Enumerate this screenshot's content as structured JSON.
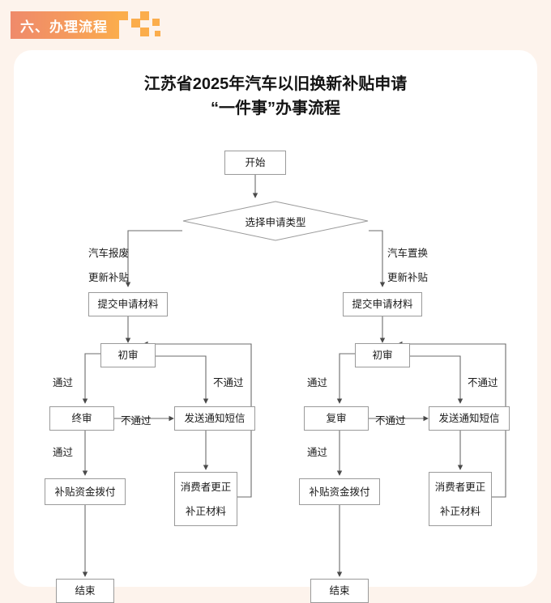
{
  "section": {
    "badge_label": "六、办理流程",
    "badge_gradient_from": "#ef8a6b",
    "badge_gradient_to": "#fbad4c",
    "deco_color": "#fbad4c"
  },
  "page": {
    "background": "#fdf3ec",
    "card_background": "#ffffff"
  },
  "title": {
    "line1": "江苏省2025年汽车以旧换新补贴申请",
    "line2": "“一件事”办事流程"
  },
  "flow": {
    "start": "开始",
    "decision": "选择申请类型",
    "left_branch": {
      "label_line1": "汽车报废",
      "label_line2": "更新补贴",
      "submit": "提交申请材料",
      "first_review": "初审",
      "second_review": "终审",
      "pass_1": "通过",
      "pass_2": "通过",
      "fail_1": "不通过",
      "fail_2": "不通过",
      "sms": "发送通知短信",
      "disburse": "补贴资金拨付",
      "correct_line1": "消费者更正",
      "correct_line2": "补正材料",
      "end": "结束"
    },
    "right_branch": {
      "label_line1": "汽车置换",
      "label_line2": "更新补贴",
      "submit": "提交申请材料",
      "first_review": "初审",
      "second_review": "复审",
      "pass_1": "通过",
      "pass_2": "通过",
      "fail_1": "不通过",
      "fail_2": "不通过",
      "sms": "发送通知短信",
      "disburse": "补贴资金拨付",
      "correct_line1": "消费者更正",
      "correct_line2": "补正材料",
      "end": "结束"
    }
  }
}
